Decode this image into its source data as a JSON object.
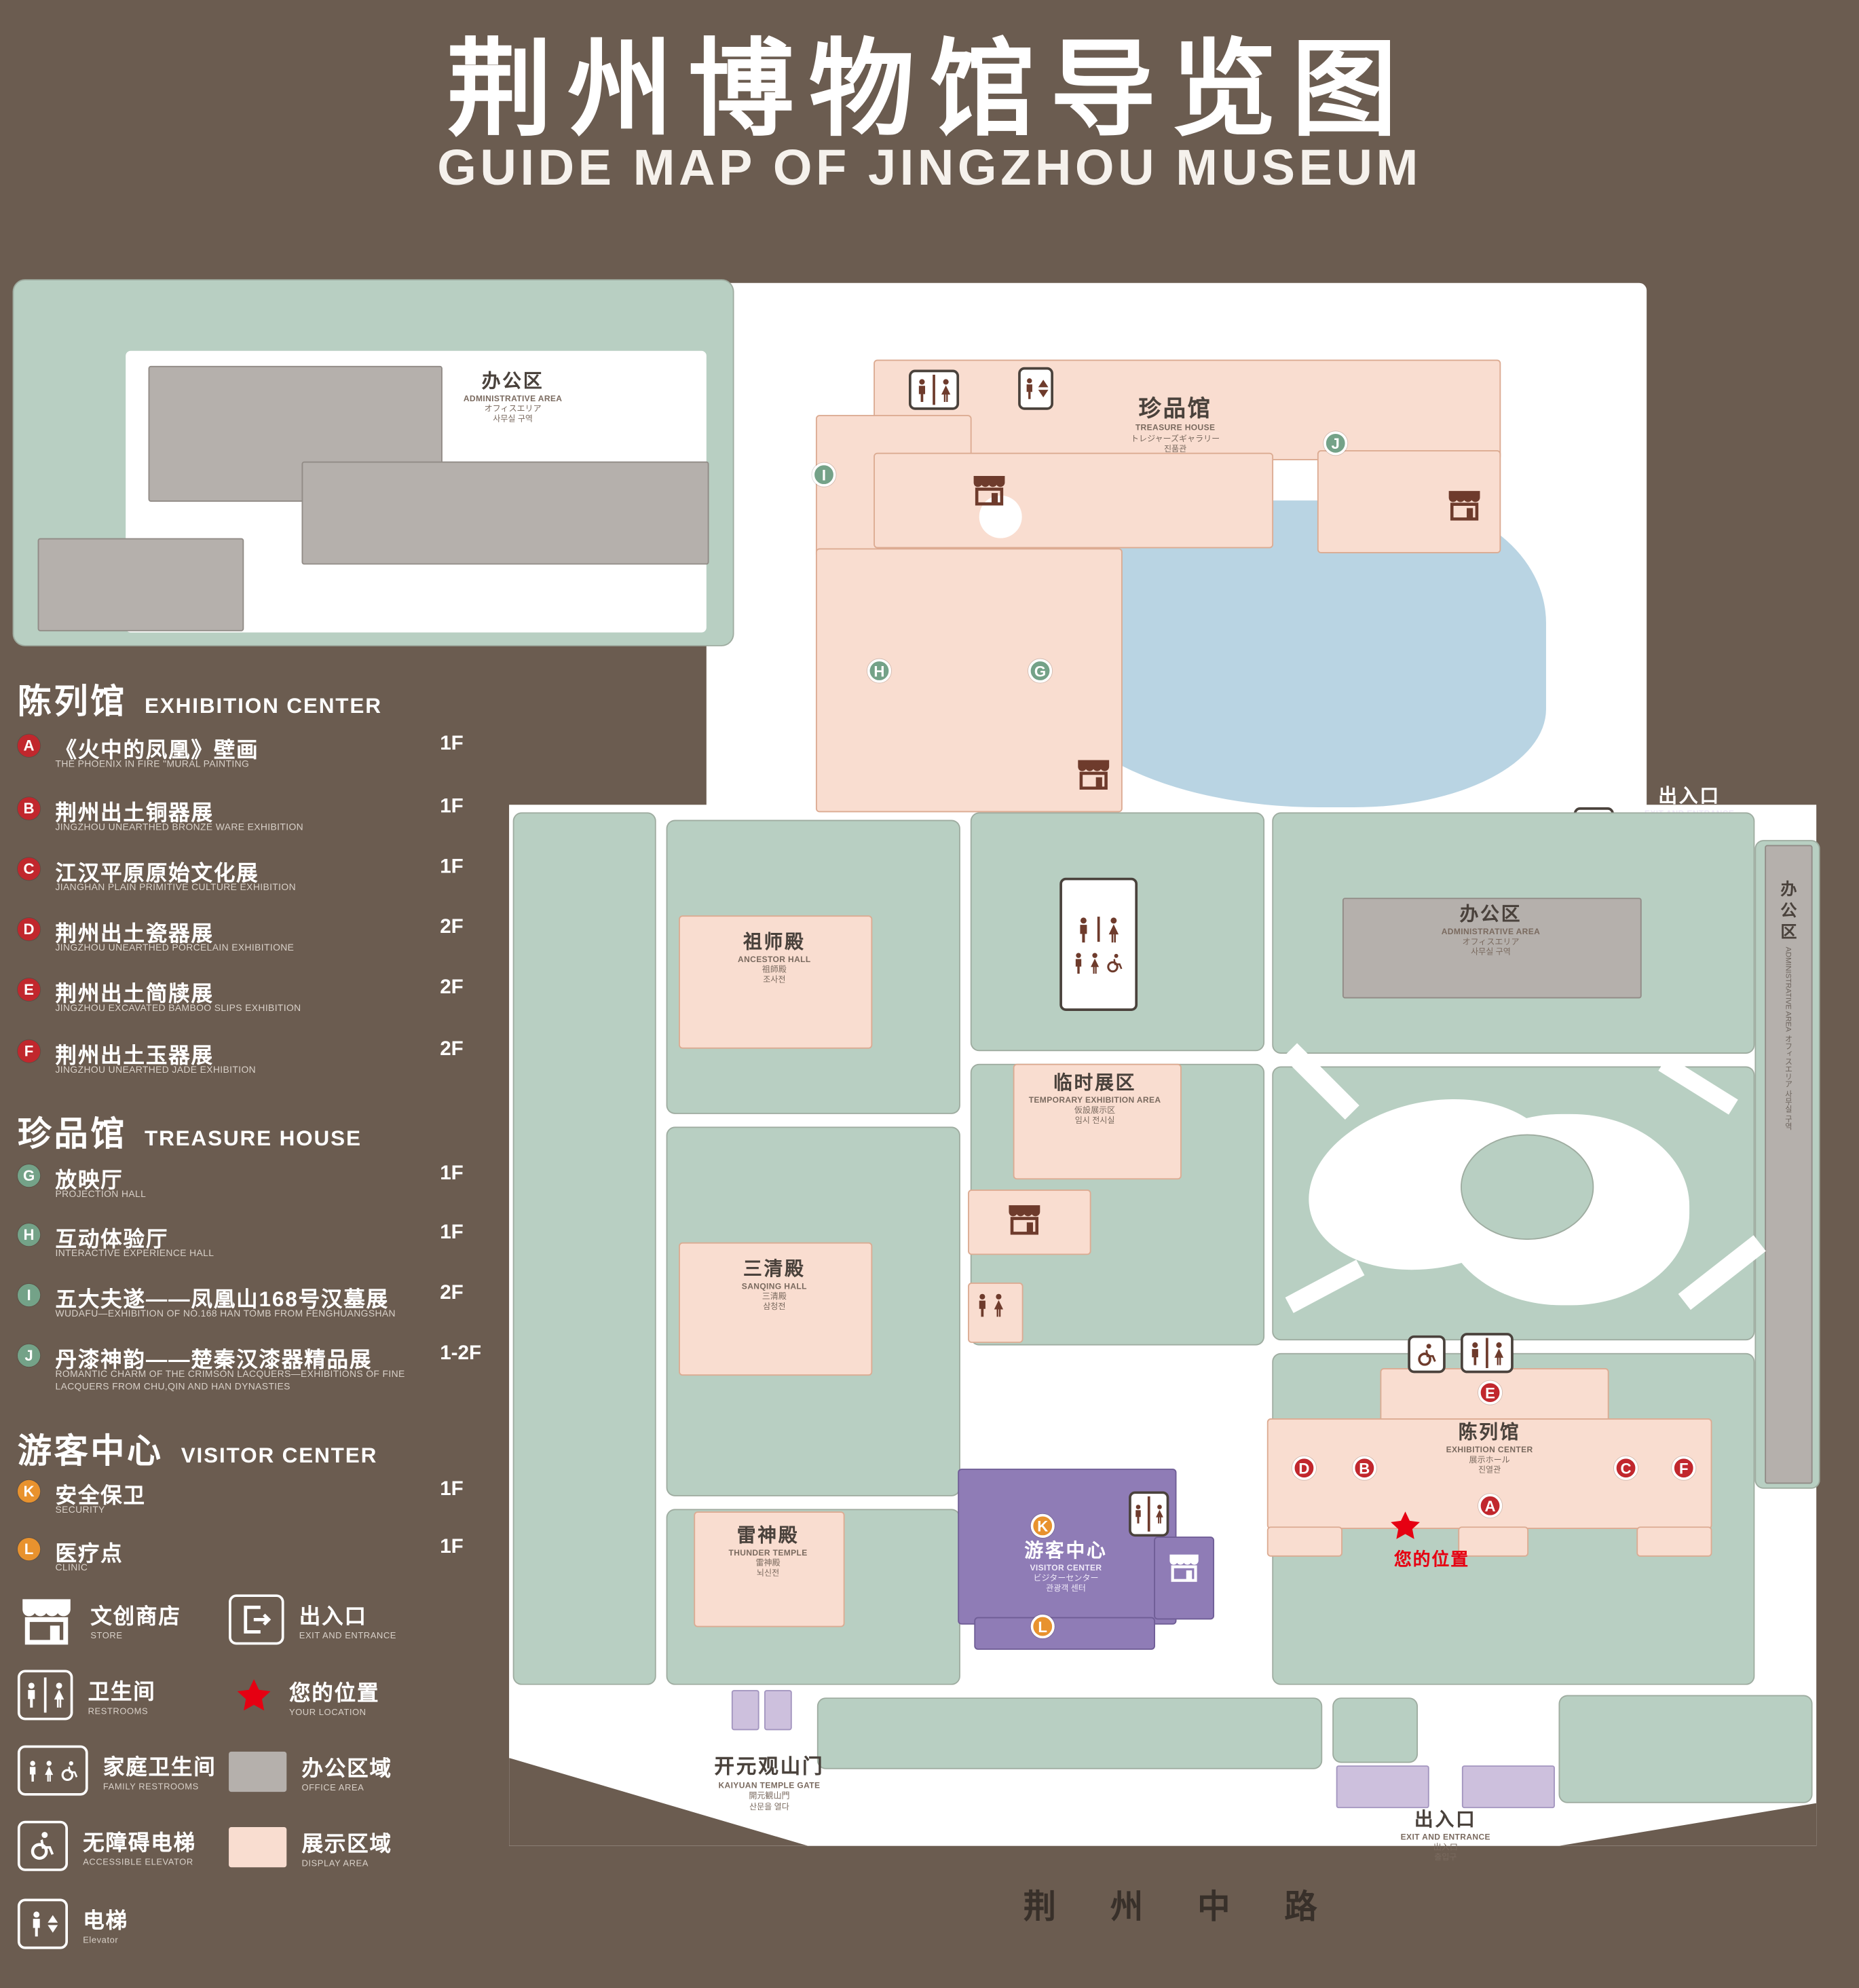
{
  "header": {
    "title": "荆州博物馆导览图",
    "subtitle": "GUIDE MAP OF JINGZHOU MUSEUM"
  },
  "legend": {
    "sections": [
      {
        "zh": "陈列馆",
        "en": "EXHIBITION CENTER",
        "items": [
          {
            "letter": "A",
            "zh": "《火中的凤凰》壁画",
            "en": "THE PHOENIX IN FIRE \"MURAL PAINTING",
            "floor": "1F"
          },
          {
            "letter": "B",
            "zh": "荆州出土铜器展",
            "en": "JINGZHOU UNEARTHED BRONZE WARE EXHIBITION",
            "floor": "1F"
          },
          {
            "letter": "C",
            "zh": "江汉平原原始文化展",
            "en": "JIANGHAN PLAIN PRIMITIVE CULTURE EXHIBITION",
            "floor": "1F"
          },
          {
            "letter": "D",
            "zh": "荆州出土瓷器展",
            "en": "JINGZHOU UNEARTHED PORCELAIN EXHIBITIONE",
            "floor": "2F"
          },
          {
            "letter": "E",
            "zh": "荆州出土简牍展",
            "en": "JINGZHOU EXCAVATED BAMBOO SLIPS EXHIBITION",
            "floor": "2F"
          },
          {
            "letter": "F",
            "zh": "荆州出土玉器展",
            "en": "JINGZHOU UNEARTHED JADE EXHIBITION",
            "floor": "2F"
          }
        ]
      },
      {
        "zh": "珍品馆",
        "en": "TREASURE HOUSE",
        "items": [
          {
            "letter": "G",
            "zh": "放映厅",
            "en": "PROJECTION HALL",
            "floor": "1F"
          },
          {
            "letter": "H",
            "zh": "互动体验厅",
            "en": "INTERACTIVE EXPERIENCE HALL",
            "floor": "1F"
          },
          {
            "letter": "I",
            "zh": "五大夫遂——凤凰山168号汉墓展",
            "en": "WUDAFU—EXHIBITION OF NO.168 HAN TOMB FROM FENGHUANGSHAN",
            "floor": "2F"
          },
          {
            "letter": "J",
            "zh": "丹漆神韵——楚秦汉漆器精品展",
            "en": "ROMANTIC CHARM OF THE CRIMSON LACQUERS—EXHIBITIONS OF FINE LACQUERS FROM CHU,QIN AND HAN DYNASTIES",
            "floor": "1-2F"
          }
        ]
      },
      {
        "zh": "游客中心",
        "en": "VISITOR CENTER",
        "items": [
          {
            "letter": "K",
            "zh": "安全保卫",
            "en": "SECURITY",
            "floor": "1F"
          },
          {
            "letter": "L",
            "zh": "医疗点",
            "en": "CLINIC",
            "floor": "1F"
          }
        ]
      }
    ],
    "symbols_col1": [
      {
        "icon": "store-icon",
        "zh": "文创商店",
        "en": "STORE"
      },
      {
        "icon": "restrooms-icon",
        "zh": "卫生间",
        "en": "RESTROOMS"
      },
      {
        "icon": "family-restrooms-icon",
        "zh": "家庭卫生间",
        "en": "FAMILY RESTROOMS"
      },
      {
        "icon": "accessible-elevator-icon",
        "zh": "无障碍电梯",
        "en": "ACCESSIBLE ELEVATOR"
      },
      {
        "icon": "elevator-icon",
        "zh": "电梯",
        "en": "Elevator"
      }
    ],
    "symbols_col2": [
      {
        "icon": "exit-icon",
        "zh": "出入口",
        "en": "EXIT AND ENTRANCE"
      },
      {
        "icon": "location-icon",
        "zh": "您的位置",
        "en": "YOUR LOCATION"
      },
      {
        "icon": "office-swatch",
        "zh": "办公区域",
        "en": "OFFICE AREA"
      },
      {
        "icon": "display-swatch",
        "zh": "展示区域",
        "en": "DISPLAY AREA"
      }
    ]
  },
  "map": {
    "admin": {
      "zh": "办公区",
      "en": "ADMINISTRATIVE AREA",
      "jp": "オフィスエリア",
      "kr": "사무실 구역"
    },
    "treasure": {
      "zh": "珍品馆",
      "en": "TREASURE HOUSE",
      "jp": "トレジャーズギャラリー",
      "kr": "진품관"
    },
    "ancestor": {
      "zh": "祖师殿",
      "en": "ANCESTOR HALL",
      "jp": "祖師殿",
      "kr": "조사전"
    },
    "temp": {
      "zh": "临时展区",
      "en": "TEMPORARY EXHIBITION AREA",
      "jp": "仮設展示区",
      "kr": "임시 전시실"
    },
    "sanqing": {
      "zh": "三清殿",
      "en": "SANQING HALL",
      "jp": "三清殿",
      "kr": "삼청전"
    },
    "thunder": {
      "zh": "雷神殿",
      "en": "THUNDER TEMPLE",
      "jp": "雷神殿",
      "kr": "뇌신전"
    },
    "visitor": {
      "zh": "游客中心",
      "en": "VISITOR CENTER",
      "jp": "ビジターセンター",
      "kr": "관광객 센터"
    },
    "exhibition": {
      "zh": "陈列馆",
      "en": "EXHIBITION CENTER",
      "jp": "展示ホール",
      "kr": "진열관"
    },
    "gate": {
      "zh": "开元观山门",
      "en": "KAIYUAN TEMPLE GATE",
      "jp": "開元観山門",
      "kr": "산문을 열다"
    },
    "exit": {
      "zh": "出入口",
      "en": "EXIT AND ENTRANCE",
      "jp": "出入口",
      "kr": "출입구"
    },
    "your_location": "您的位置",
    "road": "荆 州 中 路",
    "badges": {
      "A": "A",
      "B": "B",
      "C": "C",
      "D": "D",
      "E": "E",
      "F": "F",
      "G": "G",
      "H": "H",
      "I": "I",
      "J": "J",
      "K": "K",
      "L": "L"
    }
  },
  "colors": {
    "background": "#6b5c50",
    "lawn": "#b8cfc2",
    "display_area": "#f9ddd0",
    "office_area": "#b5b0ac",
    "visitor_center": "#8f7cb6",
    "pond": "#b9d4e3",
    "entrance_building": "#cdc0dd",
    "letter_red": "#c1272d",
    "letter_green": "#74a288",
    "letter_orange": "#e8922e",
    "location_red": "#e60012",
    "icon_brown": "#6e3b2c"
  }
}
